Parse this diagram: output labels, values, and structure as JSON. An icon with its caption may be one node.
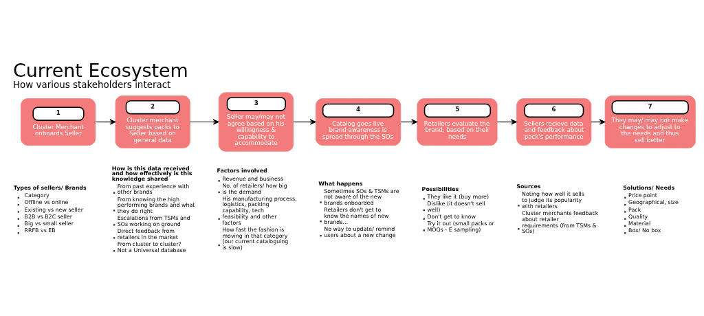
{
  "diagram": {
    "title": "Current Ecosystem",
    "caption": "How various stakeholders interact",
    "nodes": [
      {
        "text": [
          "1",
          "Cluster Merchant onboards Seller"
        ],
        "beside": [
          "Types of sellers/ Brands",
          "Category",
          "Offline vs online",
          "Existing vs new seller",
          "B2B vs B2C seller",
          "Big vs small seller",
          "RRFB vs EB"
        ]
      },
      {
        "text": [
          "2",
          "Cluster merchant suggests packs to Seller based on general data"
        ],
        "beside": [
          "How is this data received and how effectively is this knowledge shared",
          "From past experience with other brands",
          "From knowing the high performing brands and what they do right",
          "Escalations from TSMs and SOs working on ground",
          "Direct feedback from retailers in the market",
          "From cluster to cluster? Not a Universal database"
        ]
      },
      {
        "text": [
          "3",
          "Seller may/may not agree based on his willingness & capability to accommodate"
        ],
        "beside": [
          "Factors involved",
          "Revenue and business",
          "No. of retailers/ how big is the demand",
          "His manufacturing process, logistics, packing capability, tech feasibility and other factors",
          "How fast the fashion is moving in that category (our current cataloguing is slow)"
        ]
      },
      {
        "text": [
          "4",
          "Catalog goes live brand awareness is spread through the SOs"
        ],
        "beside": [
          "What happens",
          "Sometimes SOs & TSMs are not aware of the new brands onboarded",
          "Retailers don't get to know the names of new brands...",
          "No way to update/ remind users about a new change"
        ]
      },
      {
        "text": [
          "5",
          "Retailers evaluate the brand, based on their needs"
        ],
        "beside": [
          "Possibilities",
          "They like it (buy more)",
          "Dislike (it doesn't sell well)",
          "Don't get to know",
          "Try it out (small packs or MOQs - E sampling)"
        ]
      },
      {
        "text": [
          "6",
          "Sellers recieve data and feedback about pack's performance"
        ],
        "beside": [
          "Sources",
          "Noting how well it sells to judge its popularity with retailers",
          "Cluster merchants feedback about retailer requirements (from TSMs & SOs)"
        ]
      },
      {
        "text": [
          "7",
          "They may/ may not make changes to adjust to the needs and thus sell better"
        ],
        "beside": [
          "Solutions/ Needs",
          "Price point",
          "Geographical, size",
          "Pack",
          "Quality",
          "Material",
          "Box/ No box"
        ]
      }
    ],
    "edges": [
      {
        "from": 0,
        "to": 1,
        "arrow": "to"
      },
      {
        "from": 1,
        "to": 2,
        "arrow": "to"
      },
      {
        "from": 2,
        "to": 3,
        "arrow": "to"
      },
      {
        "from": 3,
        "to": 4,
        "arrow": "to"
      },
      {
        "from": 4,
        "to": 5,
        "arrow": "to"
      },
      {
        "from": 5,
        "to": 6,
        "arrow": "to"
      }
    ]
  }
}
